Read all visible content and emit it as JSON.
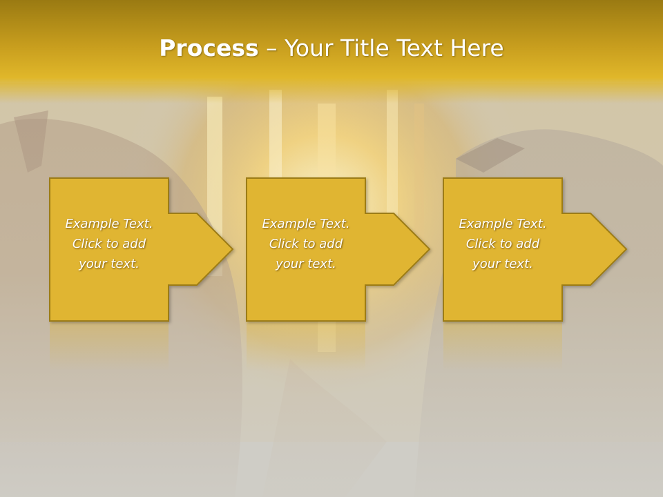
{
  "title": {
    "bold": "Process",
    "rest": " – Your Title Text Here"
  },
  "steps": [
    {
      "lines": [
        "Example Text.",
        "Click  to add",
        "your text."
      ]
    },
    {
      "lines": [
        "Example Text.",
        "Click  to add",
        "your text."
      ]
    },
    {
      "lines": [
        "Example Text.",
        "Click  to add",
        "your text."
      ]
    }
  ],
  "colors": {
    "box_fill": "#e0b530",
    "box_stroke": "#9c7c16",
    "title_text": "#ffffff"
  }
}
